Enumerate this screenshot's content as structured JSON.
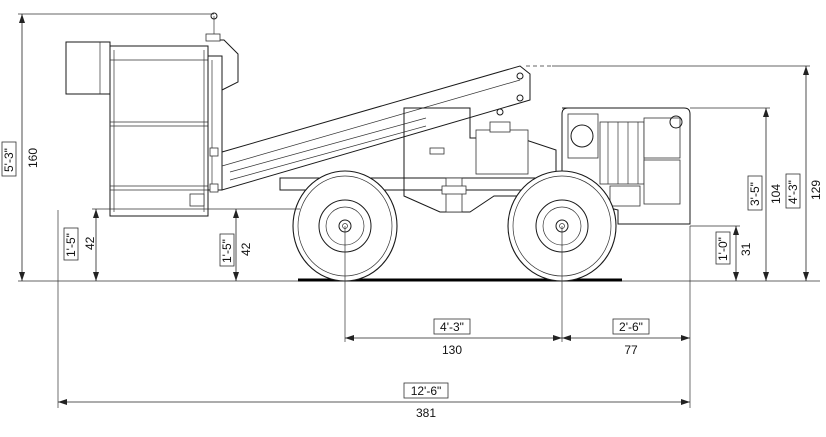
{
  "dimensions": {
    "total_height": {
      "metric": "160",
      "imperial": "5'-3\""
    },
    "basket_floor_height": {
      "metric": "42",
      "imperial": "1'-5\""
    },
    "mid_floor_height": {
      "metric": "42",
      "imperial": "1'-5\""
    },
    "engine_top_height": {
      "metric": "129",
      "imperial": "4'-3\""
    },
    "engine_hood_height": {
      "metric": "104",
      "imperial": "3'-5\""
    },
    "rear_clearance": {
      "metric": "31",
      "imperial": "1'-0\""
    },
    "wheelbase": {
      "metric": "130",
      "imperial": "4'-3\""
    },
    "rear_overhang": {
      "metric": "77",
      "imperial": "2'-6\""
    },
    "overall_length": {
      "metric": "381",
      "imperial": "12'-6\""
    }
  }
}
